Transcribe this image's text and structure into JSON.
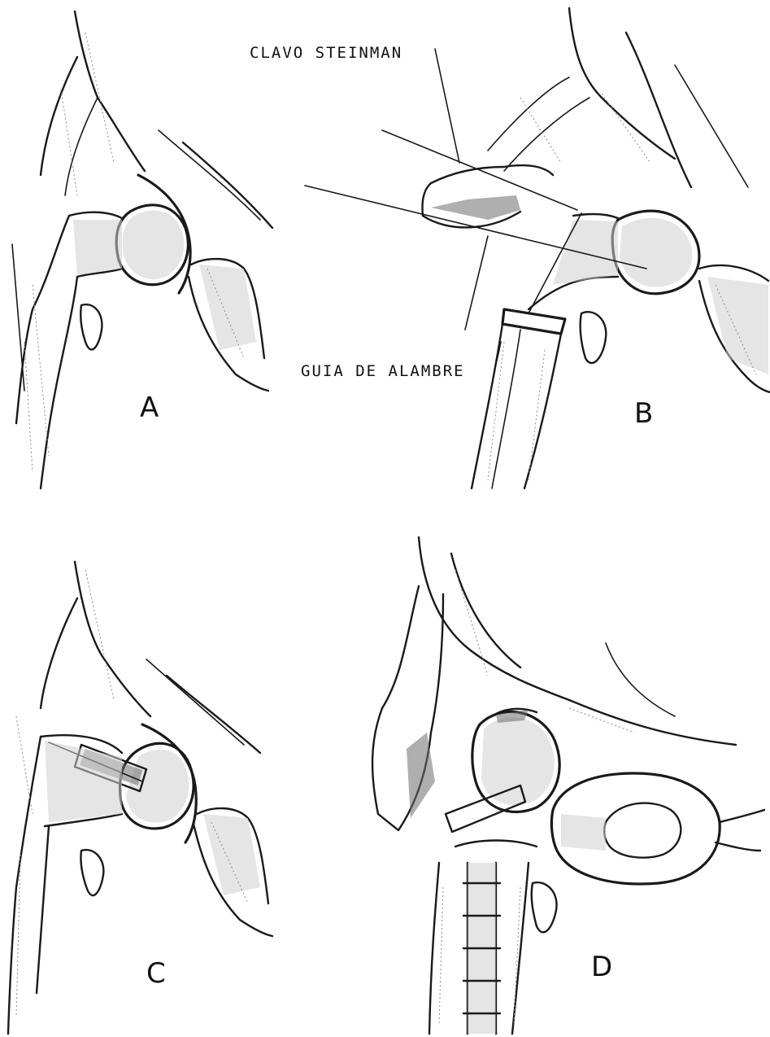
{
  "labels": {
    "clavo": "CLAVO STEINMAN",
    "guia": "GUIA DE ALAMBRE"
  },
  "panels": {
    "a": "A",
    "b": "B",
    "c": "C",
    "d": "D"
  },
  "colors": {
    "ink": "#1a1a1a",
    "shade": "#cfcfcf",
    "background": "#ffffff"
  }
}
